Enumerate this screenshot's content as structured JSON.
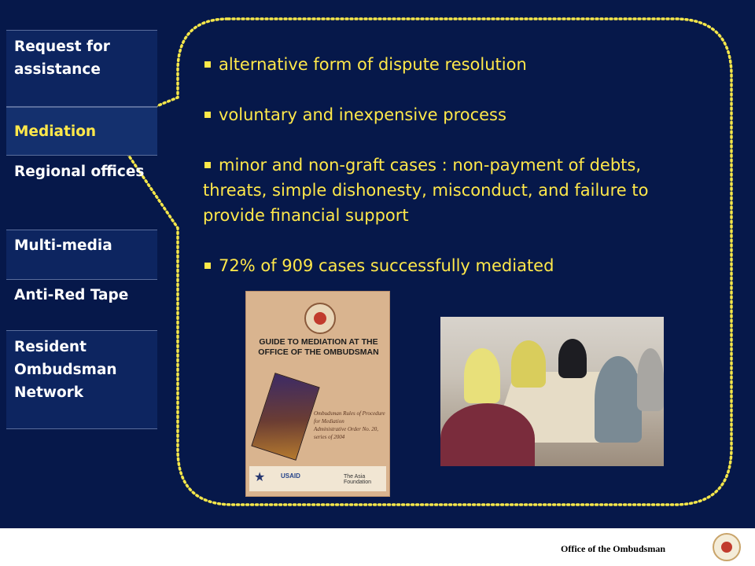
{
  "sidebar": {
    "items": [
      {
        "label": "Request for assistance",
        "state": "normal"
      },
      {
        "label": "Mediation",
        "state": "active"
      },
      {
        "label": "Regional offices",
        "state": "normal"
      },
      {
        "label": "Multi-media",
        "state": "normal"
      },
      {
        "label": "Anti-Red Tape",
        "state": "normal"
      },
      {
        "label": "Resident Ombudsman Network",
        "state": "normal"
      }
    ]
  },
  "content": {
    "bullets": [
      "alternative form of dispute resolution",
      "voluntary and inexpensive process",
      "minor and non-graft cases : non-payment of debts, threats, simple dishonesty, misconduct, and failure to provide financial support",
      "72% of 909 cases successfully mediated"
    ]
  },
  "book_cover": {
    "title": "GUIDE TO MEDIATION AT THE OFFICE OF THE OMBUDSMAN",
    "subtitle": "Ombudsman Rules of Procedure for Mediation",
    "order_note": "Administrative Order No. 20, series of 2004",
    "logos": [
      "star-logo",
      "usaid-logo",
      "asia-foundation-logo"
    ],
    "usaid_text": "USAID",
    "asia_text": "The Asia Foundation"
  },
  "footer": {
    "organization": "Office of the Ombudsman"
  },
  "colors": {
    "background": "#06184a",
    "accent_text": "#ffe84a",
    "callout_dots": "#f4e64a",
    "footer_bg": "#ffffff"
  }
}
